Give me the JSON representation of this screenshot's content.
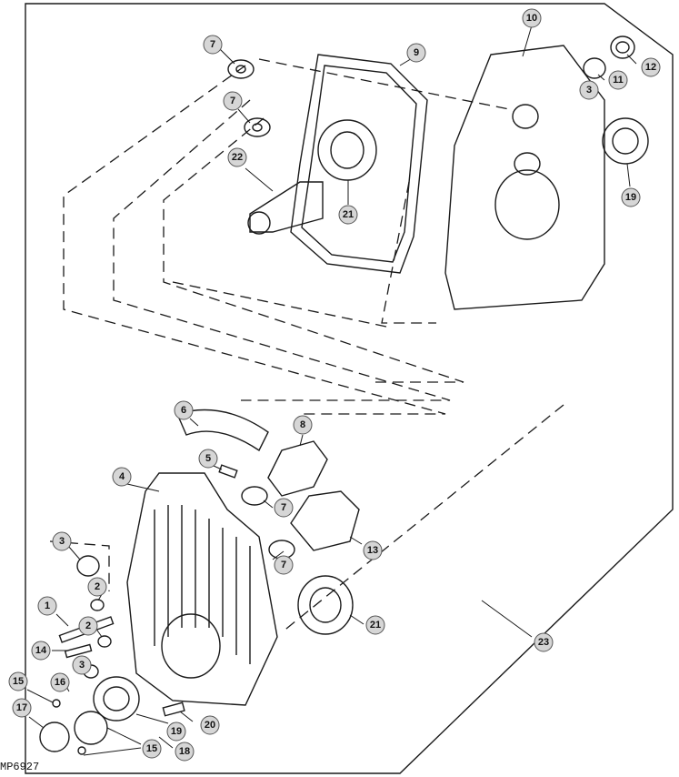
{
  "figure_id": "MP6927",
  "callouts": [
    "7",
    "9",
    "10",
    "12",
    "11",
    "3",
    "7",
    "22",
    "21",
    "19",
    "6",
    "8",
    "5",
    "4",
    "7",
    "13",
    "3",
    "7",
    "2",
    "1",
    "2",
    "21",
    "23",
    "14",
    "3",
    "16",
    "15",
    "17",
    "19",
    "20",
    "15",
    "18"
  ]
}
